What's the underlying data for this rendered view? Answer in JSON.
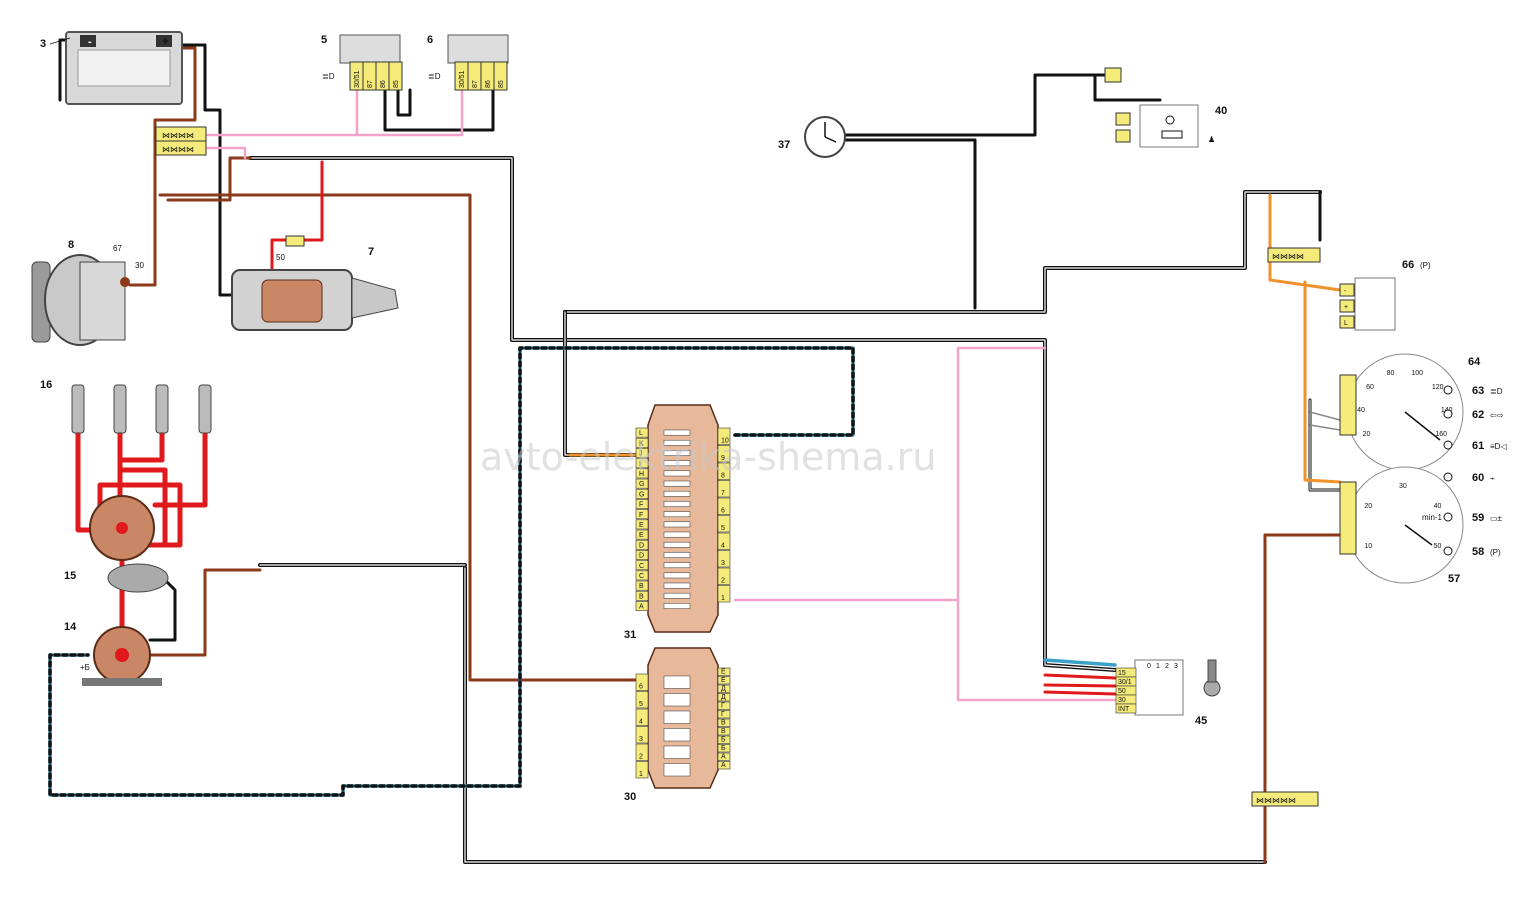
{
  "watermark": "avto-elektrika-shema.ru",
  "components": {
    "battery": {
      "label": "3",
      "minus": "-",
      "plus": "+"
    },
    "relay_left": {
      "label": "5",
      "pins": [
        "30/51",
        "87",
        "86",
        "85"
      ]
    },
    "relay_right": {
      "label": "6",
      "pins": [
        "30/51",
        "87",
        "86",
        "85"
      ]
    },
    "generator": {
      "label": "8",
      "terminal_67": "67",
      "terminal_30": "30"
    },
    "starter": {
      "label": "7",
      "terminal_50": "50"
    },
    "clock": {
      "label": "37"
    },
    "lamp_switch": {
      "label": "40"
    },
    "spark_plugs": {
      "label": "16"
    },
    "distributor": {
      "label": "15"
    },
    "ignition_coil": {
      "label": "14",
      "terminal": "+Б"
    },
    "fuse_block_31": {
      "label": "31",
      "left_pins": [
        "L",
        "K",
        "J",
        "I",
        "H",
        "G",
        "G",
        "F",
        "F",
        "E",
        "E",
        "D",
        "D",
        "C",
        "C",
        "B",
        "B",
        "A"
      ],
      "right_pins": [
        "10",
        "9",
        "8",
        "7",
        "6",
        "5",
        "4",
        "3",
        "2",
        "1"
      ]
    },
    "fuse_block_30": {
      "label": "30",
      "left_pins": [
        "6",
        "5",
        "4",
        "3",
        "2",
        "1"
      ],
      "right_pins": [
        "Е",
        "Е",
        "Д",
        "Д",
        "Г",
        "Г",
        "В",
        "В",
        "Б",
        "Б",
        "А",
        "А"
      ]
    },
    "ignition_switch": {
      "label": "45",
      "terminals": [
        "15",
        "30/1",
        "50",
        "30",
        "INT"
      ],
      "positions": [
        "0",
        "1",
        "2",
        "3"
      ]
    },
    "parking_brake_indicator": {
      "label": "66",
      "symbol": "(P)",
      "pins": [
        "-",
        "+",
        "L"
      ]
    },
    "speedometer": {
      "label": "64",
      "scale": [
        "20",
        "40",
        "60",
        "80",
        "100",
        "120",
        "140",
        "160"
      ]
    },
    "tachometer": {
      "label": "57",
      "scale": [
        "10",
        "20",
        "30",
        "40",
        "50"
      ],
      "unit": "min-1"
    },
    "indicators": [
      {
        "label": "63",
        "icon": "high-beam-icon",
        "glyph": "≣D"
      },
      {
        "label": "62",
        "icon": "turn-signal-icon",
        "glyph": "⇦⇨"
      },
      {
        "label": "61",
        "icon": "parking-light-icon",
        "glyph": "≡D◁"
      },
      {
        "label": "60",
        "icon": "oil-pressure-icon",
        "glyph": "⌁"
      },
      {
        "label": "59",
        "icon": "battery-icon",
        "glyph": "▭±"
      },
      {
        "label": "58",
        "icon": "brake-icon",
        "glyph": "(P)"
      }
    ]
  },
  "colors": {
    "red": "#e0191c",
    "brown": "#8b3a1a",
    "black": "#111111",
    "pink": "#f2a3c7",
    "blue": "#3aa2c8",
    "orange": "#f0922b",
    "connector_yellow": "#f5eb7a",
    "fuse_body": "#e8b89a"
  }
}
